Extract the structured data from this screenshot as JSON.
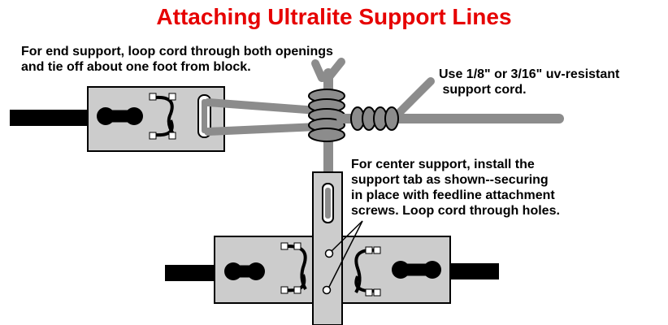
{
  "title": "Attaching Ultralite Support Lines",
  "notes": {
    "end_support": "For end support, loop cord through both openings\nand tie off about one foot from block.",
    "cord": "Use 1/8\" or 3/16\" uv-resistant\n support cord.",
    "center_support": "For center support, install the\nsupport tab as shown--securing\nin place with feedline attachment\nscrews. Loop cord through holes."
  },
  "colors": {
    "title": "#e60000",
    "block_fill": "#cccccc",
    "cord": "#8c8c8c",
    "wire": "#000000"
  }
}
